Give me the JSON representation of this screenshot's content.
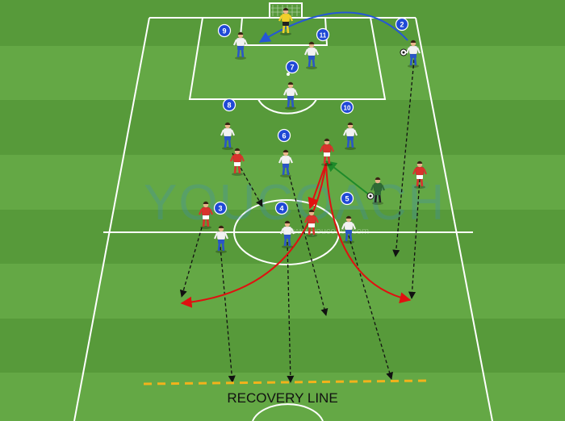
{
  "colors": {
    "grass_light": "#64a845",
    "grass_dark": "#579a3a",
    "line": "#ffffff",
    "marker_blue": "#1f49d6",
    "kit_home": "#f2f2f2",
    "kit_home_shorts": "#2a56c6",
    "kit_away": "#d8332c",
    "keeper": "#f0d02a",
    "coach": "#2f6b35",
    "arrow_blue": "#2557d6",
    "arrow_green": "#1e8a2a",
    "arrow_red": "#e01010",
    "arrow_black": "#111111",
    "recovery_line": "#f2b21b"
  },
  "watermark": {
    "brand": "YOUCOACH",
    "registered": "®",
    "url": "www.youcoach.com"
  },
  "recovery_line_label": "RECOVERY LINE",
  "player_numbers": [
    "9",
    "11",
    "2",
    "7",
    "8",
    "10",
    "6",
    "5",
    "3",
    "4"
  ],
  "icons": {
    "ball": "soccer-ball-icon",
    "goal": "goal-net-icon",
    "player": "player-figure-icon"
  }
}
